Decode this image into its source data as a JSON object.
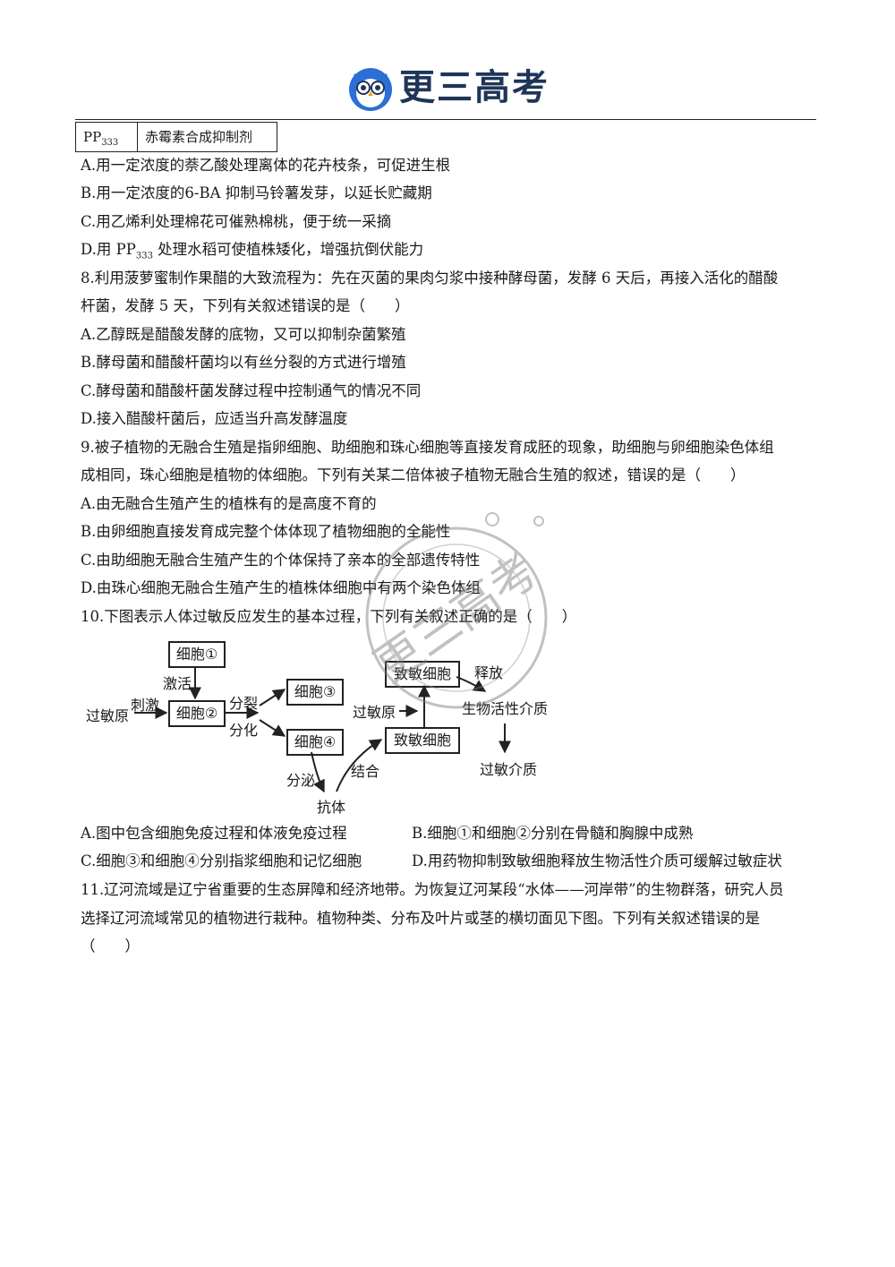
{
  "header": {
    "brand": "更三高考",
    "logo_icon": "owl-icon"
  },
  "table": {
    "cell_a_main": "PP",
    "cell_a_sub": "333",
    "cell_b": "赤霉素合成抑制剂"
  },
  "q7_options": {
    "A": "A.用一定浓度的萘乙酸处理离体的花卉枝条，可促进生根",
    "B": "B.用一定浓度的6-BA 抑制马铃薯发芽，以延长贮藏期",
    "C": "C.用乙烯利处理棉花可催熟棉桃，便于统一采摘",
    "D_pre": "D.用 PP",
    "D_sub": "333",
    "D_post": " 处理水稻可使植株矮化，增强抗倒伏能力"
  },
  "q8": {
    "stem1": "8.利用菠萝蜜制作果醋的大致流程为：先在灭菌的果肉匀浆中接种酵母菌，发酵 6 天后，再接入活化的醋酸",
    "stem2": "杆菌，发酵 5 天，下列有关叙述错误的是（　　）",
    "A": "A.乙醇既是醋酸发酵的底物，又可以抑制杂菌繁殖",
    "B": "B.酵母菌和醋酸杆菌均以有丝分裂的方式进行增殖",
    "C": "C.酵母菌和醋酸杆菌发酵过程中控制通气的情况不同",
    "D": "D.接入醋酸杆菌后，应适当升高发酵温度"
  },
  "q9": {
    "stem1": "9.被子植物的无融合生殖是指卵细胞、助细胞和珠心细胞等直接发育成胚的现象，助细胞与卵细胞染色体组",
    "stem2": "成相同，珠心细胞是植物的体细胞。下列有关某二倍体被子植物无融合生殖的叙述，错误的是（　　）",
    "A": "A.由无融合生殖产生的植株有的是高度不育的",
    "B": "B.由卵细胞直接发育成完整个体体现了植物细胞的全能性",
    "C": "C.由助细胞无融合生殖产生的个体保持了亲本的全部遗传特性",
    "D": "D.由珠心细胞无融合生殖产生的植株体细胞中有两个染色体组"
  },
  "q10": {
    "stem": "10.下图表示人体过敏反应发生的基本过程，下列有关叙述正确的是（　　）",
    "diagram": {
      "cell1": "细胞①",
      "cell2": "细胞②",
      "cell3": "细胞③",
      "cell4": "细胞④",
      "sens_top": "致敏细胞",
      "sens_bottom": "致敏细胞",
      "allergen_left": "过敏原",
      "allergen_mid": "过敏原",
      "activate": "激活",
      "stimulate": "刺激",
      "split": "分裂",
      "differentiate": "分化",
      "secrete": "分泌",
      "antibody": "抗体",
      "bind": "结合",
      "release": "释放",
      "bioactive": "生物活性介质",
      "mediator": "过敏介质"
    },
    "A": "A.图中包含细胞免疫过程和体液免疫过程",
    "B": "B.细胞①和细胞②分别在骨髓和胸腺中成熟",
    "C": "C.细胞③和细胞④分别指浆细胞和记忆细胞",
    "D": "D.用药物抑制致敏细胞释放生物活性介质可缓解过敏症状"
  },
  "q11": {
    "stem1": "11.辽河流域是辽宁省重要的生态屏障和经济地带。为恢复辽河某段“水体——河岸带”的生物群落，研究人员",
    "stem2": "选择辽河流域常见的植物进行栽种。植物种类、分布及叶片或茎的横切面见下图。下列有关叙述错误的是",
    "stem3": "（　　）"
  },
  "watermark": {
    "text": "更三高考",
    "icon": "watermark-stamp-icon"
  }
}
